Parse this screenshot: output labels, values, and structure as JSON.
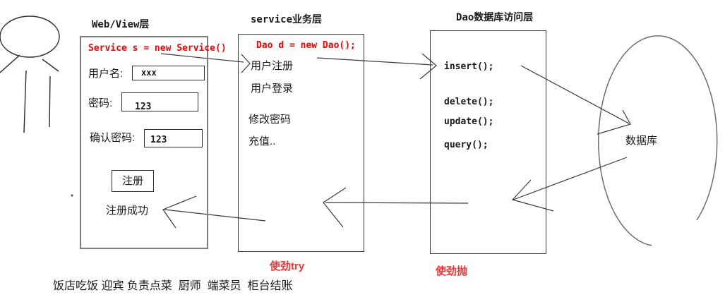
{
  "colors": {
    "code_red": "#ff0000",
    "note_red": "#fb3434",
    "line_gray": "#3c3c3c"
  },
  "web_layer": {
    "title": "Web/View层",
    "code": "Service s = new Service()",
    "fields": [
      {
        "label": "用户名:",
        "value": "xxx"
      },
      {
        "label": "密码:",
        "value": "123"
      },
      {
        "label": "确认密码:",
        "value": "123"
      }
    ],
    "register_button": "注册",
    "success_text": "注册成功"
  },
  "service_layer": {
    "title": "service业务层",
    "code": "Dao d = new Dao();",
    "items": [
      "用户注册",
      "用户登录",
      "修改密码",
      "充值.."
    ],
    "note": "使劲try"
  },
  "dao_layer": {
    "title": "Dao数据库访问层",
    "methods": [
      "insert();",
      "delete();",
      "update();",
      "query();"
    ],
    "note": "使劲抛"
  },
  "database_label": "数据库",
  "footer_text": "饭店吃饭 迎宾 负责点菜  厨师  端菜员  柜台结账"
}
